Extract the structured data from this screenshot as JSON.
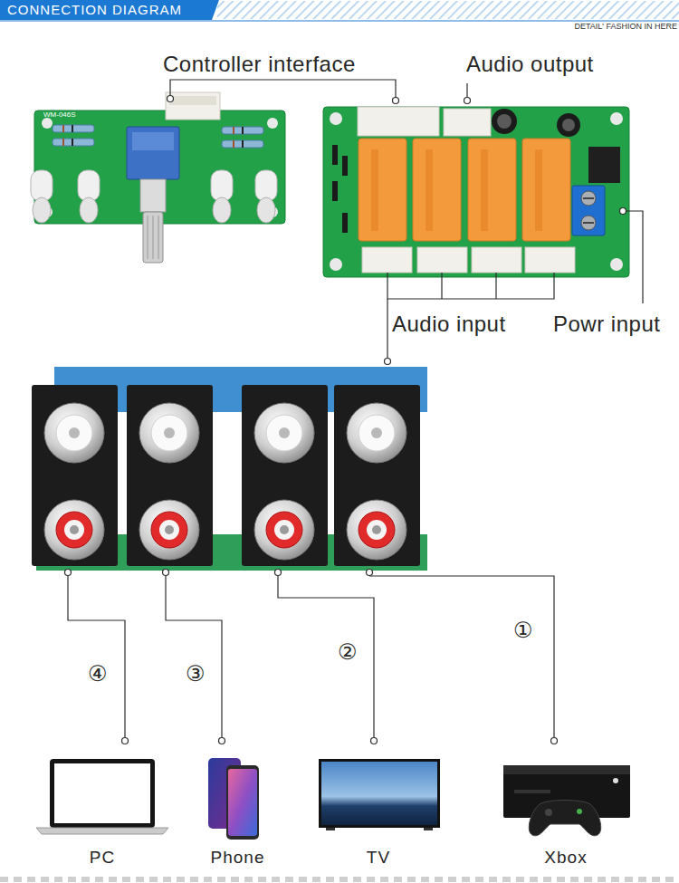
{
  "diagram": {
    "title": "CONNECTION DIAGRAM",
    "nodes": [
      {
        "text": [
          "PC"
        ]
      },
      {
        "text": [
          "Phone"
        ]
      },
      {
        "text": [
          "TV"
        ]
      },
      {
        "text": [
          "Xbox"
        ]
      }
    ],
    "labels": [
      "DETAIL' FASHION IN HERE",
      "Controller interface",
      "Audio output",
      "Audio input",
      "Powr input",
      "WM-046S",
      "④",
      "③",
      "②",
      "①"
    ]
  }
}
